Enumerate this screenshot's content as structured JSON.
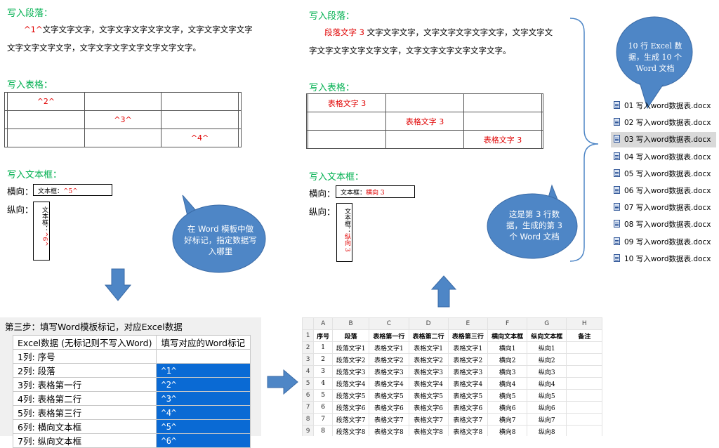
{
  "left_doc": {
    "para_title": "写入段落：",
    "para_marker": "^1^",
    "para_line1": "文字文字文字，文字文字文字文字文字，文字文字文字文字",
    "para_line2": "文字文字文字文字，文字文字文字文字文字文字文字。",
    "table_title": "写入表格：",
    "table_markers": [
      "^2^",
      "^3^",
      "^4^"
    ],
    "textbox_title": "写入文本框：",
    "horizontal_label": "横向：",
    "vertical_label": "纵向：",
    "h_box_prefix": "文本框：",
    "h_box_marker": "^5^",
    "v_box_prefix": "文本框：",
    "v_box_marker": "^6^"
  },
  "left_bubble": "在 Word 模板中做好标记，指定数据写入哪里",
  "right_doc": {
    "para_title": "写入段落：",
    "para_value": "段落文字 3",
    "para_line1": " 文字文字文字，文字文字文字文字文字，文字文字文",
    "para_line2": "字文字文字文字文字文字，文字文字文字文字文字文字。",
    "table_title": "写入表格：",
    "table_values": [
      "表格文字 3",
      "表格文字 3",
      "表格文字 3"
    ],
    "textbox_title": "写入文本框：",
    "horizontal_label": "横向：",
    "vertical_label": "纵向：",
    "h_box_prefix": "文本框：",
    "h_box_value": "横向 3",
    "v_box_prefix": "文本框：",
    "v_box_value": "纵向 3"
  },
  "right_bubble": "这是第 3 行数据，生成的第 3 个 Word 文档",
  "top_bubble": "10 行 Excel 数据，生成 10 个 Word 文档",
  "files": [
    "01 写入word数据表.docx",
    "02 写入word数据表.docx",
    "03 写入word数据表.docx",
    "04 写入word数据表.docx",
    "05 写入word数据表.docx",
    "06 写入word数据表.docx",
    "07 写入word数据表.docx",
    "08 写入word数据表.docx",
    "09 写入word数据表.docx",
    "10 写入word数据表.docx"
  ],
  "selected_file_index": 2,
  "step": {
    "title": "第三步：填写Word模板标记，对应Excel数据",
    "col1_header": "Excel数据 (无标记则不写入Word)",
    "col2_header": "填写对应的Word标记",
    "rows": [
      {
        "excel": "1列: 序号",
        "mark": ""
      },
      {
        "excel": "2列: 段落",
        "mark": "^1^"
      },
      {
        "excel": "3列: 表格第一行",
        "mark": "^2^"
      },
      {
        "excel": "4列: 表格第二行",
        "mark": "^3^"
      },
      {
        "excel": "5列: 表格第三行",
        "mark": "^4^"
      },
      {
        "excel": "6列: 横向文本框",
        "mark": "^5^"
      },
      {
        "excel": "7列: 纵向文本框",
        "mark": "^6^"
      }
    ]
  },
  "excel": {
    "col_letters": [
      "A",
      "B",
      "C",
      "D",
      "E",
      "F",
      "G",
      "H"
    ],
    "headers": [
      "序号",
      "段落",
      "表格第一行",
      "表格第二行",
      "表格第三行",
      "横向文本框",
      "纵向文本框",
      "备注"
    ],
    "rows": [
      [
        "1",
        "段落文字1",
        "表格文字1",
        "表格文字1",
        "表格文字1",
        "横向1",
        "纵向1",
        ""
      ],
      [
        "2",
        "段落文字2",
        "表格文字2",
        "表格文字2",
        "表格文字2",
        "横向2",
        "纵向2",
        ""
      ],
      [
        "3",
        "段落文字3",
        "表格文字3",
        "表格文字3",
        "表格文字3",
        "横向3",
        "纵向3",
        ""
      ],
      [
        "4",
        "段落文字4",
        "表格文字4",
        "表格文字4",
        "表格文字4",
        "横向4",
        "纵向4",
        ""
      ],
      [
        "5",
        "段落文字5",
        "表格文字5",
        "表格文字5",
        "表格文字5",
        "横向5",
        "纵向5",
        ""
      ],
      [
        "6",
        "段落文字6",
        "表格文字6",
        "表格文字6",
        "表格文字6",
        "横向6",
        "纵向6",
        ""
      ],
      [
        "7",
        "段落文字7",
        "表格文字7",
        "表格文字7",
        "表格文字7",
        "横向7",
        "纵向7",
        ""
      ],
      [
        "8",
        "段落文字8",
        "表格文字8",
        "表格文字8",
        "表格文字8",
        "横向8",
        "纵向8",
        ""
      ]
    ]
  },
  "colors": {
    "green_heading": "#00b050",
    "red_value": "#e00000",
    "bubble_fill": "#4e86c6",
    "arrow_fill": "#4e86c6",
    "selected_cell": "#0a6ad4"
  }
}
